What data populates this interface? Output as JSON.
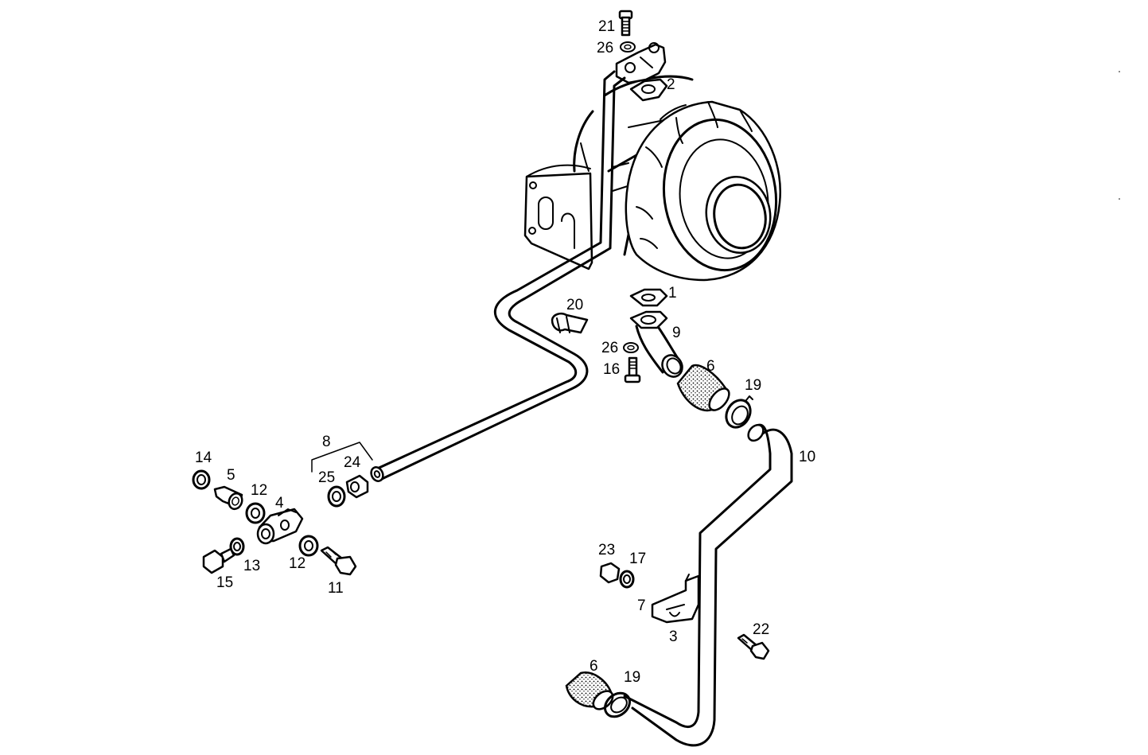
{
  "callouts": {
    "c1": "1",
    "c2": "2",
    "c3": "3",
    "c4": "4",
    "c5": "5",
    "c6a": "6",
    "c6b": "6",
    "c7": "7",
    "c8": "8",
    "c9": "9",
    "c10": "10",
    "c11": "11",
    "c12a": "12",
    "c12b": "12",
    "c13": "13",
    "c14": "14",
    "c15": "15",
    "c16": "16",
    "c17": "17",
    "c19a": "19",
    "c19b": "19",
    "c20": "20",
    "c21": "21",
    "c22": "22",
    "c23": "23",
    "c24": "24",
    "c25": "25",
    "c26a": "26",
    "c26b": "26"
  }
}
